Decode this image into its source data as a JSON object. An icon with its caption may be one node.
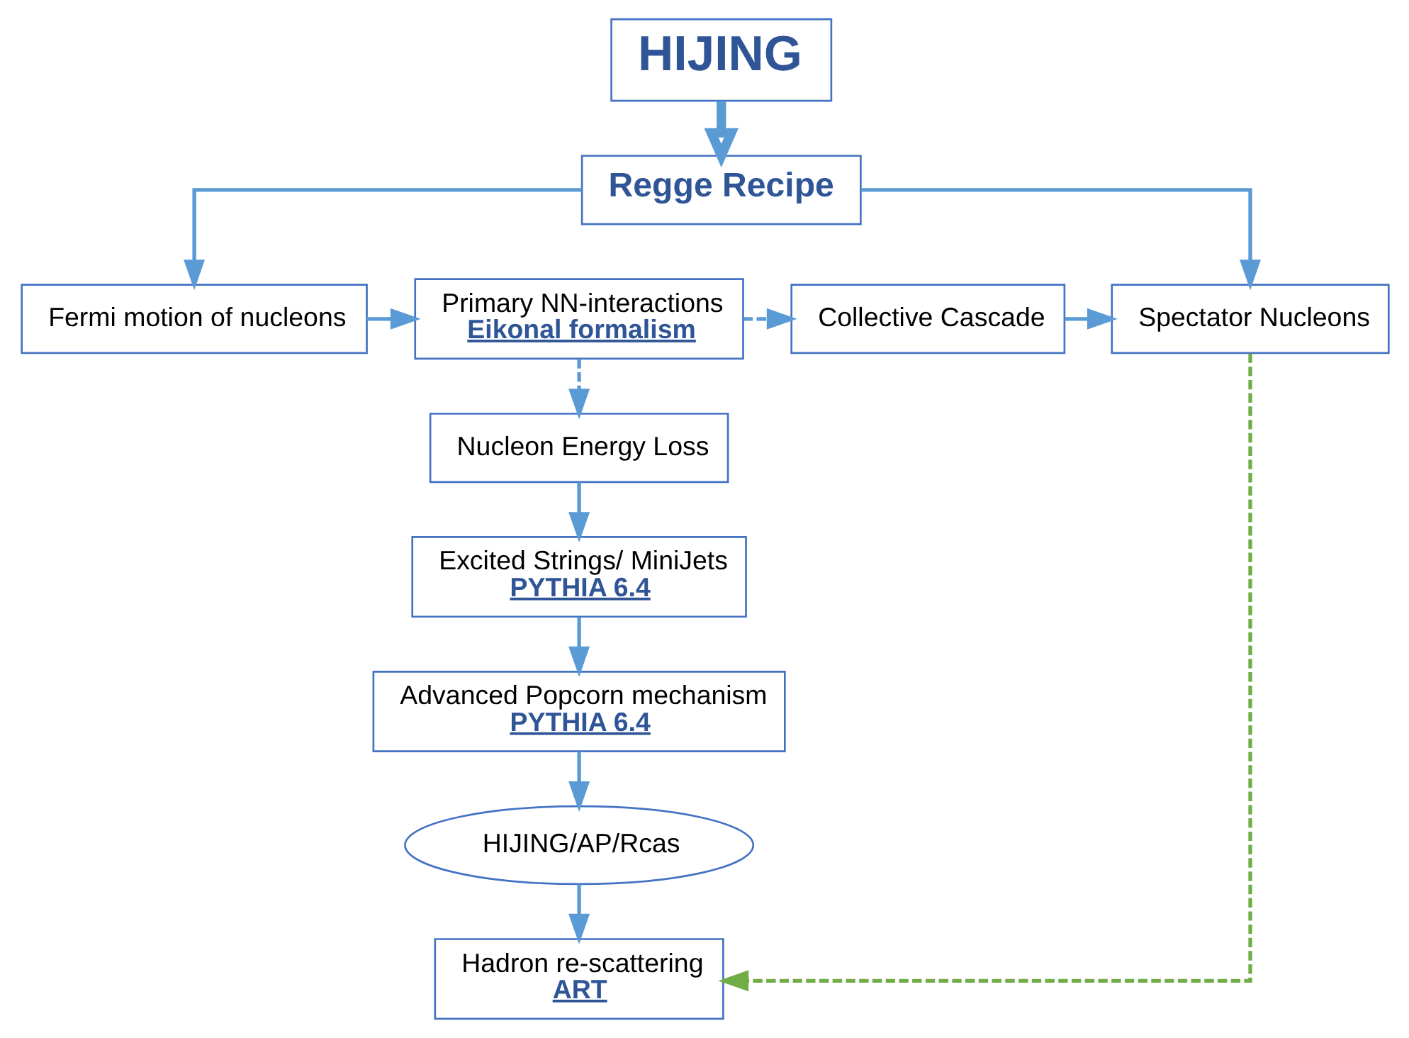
{
  "diagram": {
    "nodes": [
      {
        "text": [
          "HIJING"
        ]
      },
      {
        "text": [
          "Regge Recipe"
        ]
      },
      {
        "text": [
          "Fermi motion of nucleons"
        ]
      },
      {
        "text": [
          "Primary NN-interactions",
          "Eikonal formalism"
        ]
      },
      {
        "text": [
          "Collective Cascade"
        ]
      },
      {
        "text": [
          "Spectator Nucleons"
        ]
      },
      {
        "text": [
          "Nucleon Energy Loss"
        ]
      },
      {
        "text": [
          "Excited Strings/ MiniJets",
          "PYTHIA 6.4"
        ]
      },
      {
        "text": [
          "Advanced Popcorn mechanism",
          "PYTHIA 6.4"
        ]
      },
      {
        "text": [
          "HIJING/AP/Rcas"
        ]
      },
      {
        "text": [
          "Hadron re-scattering",
          "ART"
        ]
      }
    ],
    "edges": [
      {
        "from": 0,
        "to": 1,
        "arrow": "to",
        "style": "thick"
      },
      {
        "from": 1,
        "to": 2,
        "arrow": "to"
      },
      {
        "from": 1,
        "to": 5,
        "arrow": "to"
      },
      {
        "from": 2,
        "to": 3,
        "arrow": "to"
      },
      {
        "from": 3,
        "to": 4,
        "arrow": "to",
        "style": "dashed"
      },
      {
        "from": 3,
        "to": 6,
        "arrow": "to",
        "style": "dashed"
      },
      {
        "from": 4,
        "to": 5,
        "arrow": "to"
      },
      {
        "from": 6,
        "to": 7,
        "arrow": "to"
      },
      {
        "from": 7,
        "to": 8,
        "arrow": "to"
      },
      {
        "from": 8,
        "to": 9,
        "arrow": "to"
      },
      {
        "from": 9,
        "to": 10,
        "arrow": "to"
      },
      {
        "from": 5,
        "to": 10,
        "arrow": "to",
        "style": "dashed",
        "color": "#70ad47"
      }
    ]
  }
}
